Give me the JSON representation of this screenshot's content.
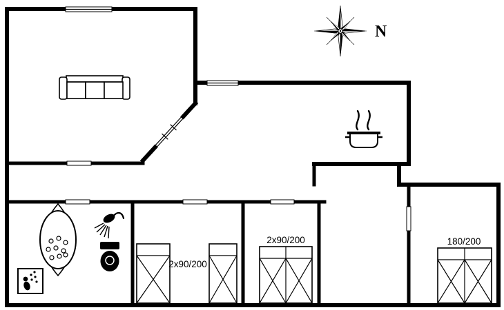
{
  "colors": {
    "wall": "#000000",
    "background": "#ffffff"
  },
  "compass": {
    "label": "N"
  },
  "rooms": {
    "bedroom_1": {
      "bed_label": "2x90/200"
    },
    "bedroom_2": {
      "bed_label": "2x90/200"
    },
    "bedroom_3": {
      "bed_label": "180/200"
    }
  },
  "icons": {
    "compass": "compass-rose-icon",
    "sofa": "sofa-icon",
    "stove": "cooking-pot-icon",
    "hot_tub": "hot-tub-icon",
    "shower": "shower-head-icon",
    "toilet": "toilet-icon",
    "shower_cabin": "shower-cabin-icon",
    "bed": "bed-icon",
    "window": "window-marker",
    "door": "door-opening-marker"
  }
}
